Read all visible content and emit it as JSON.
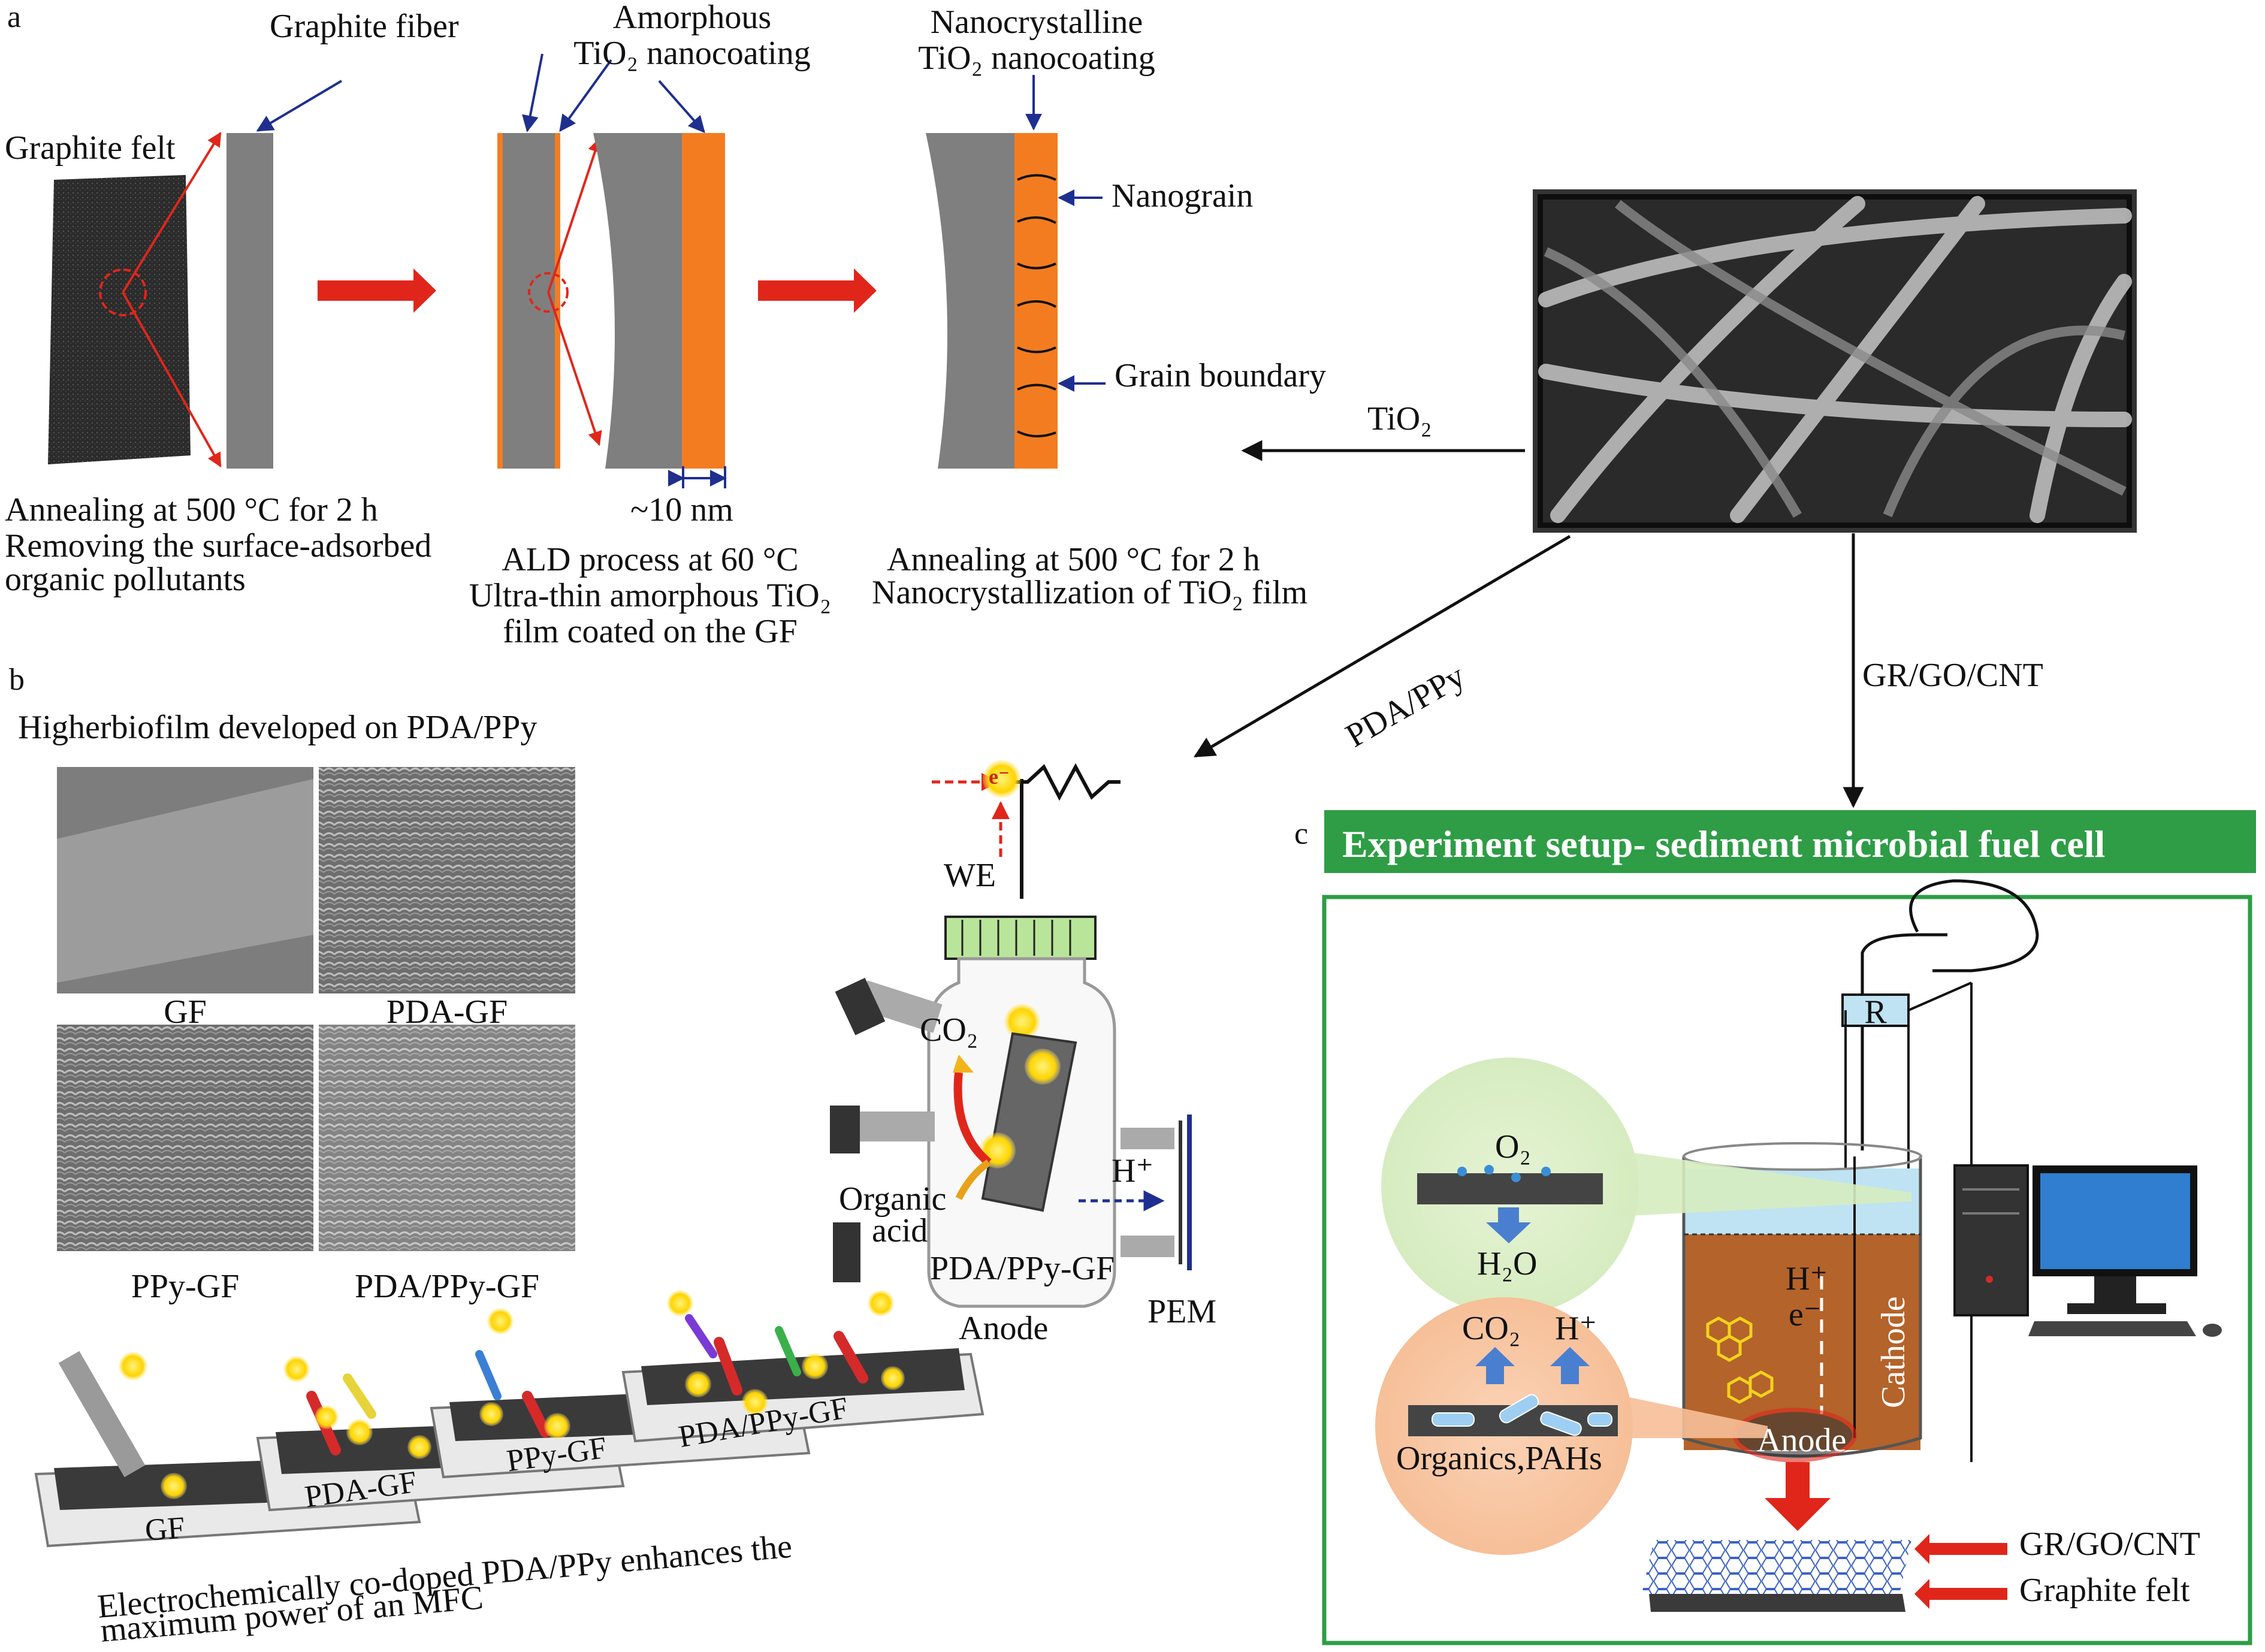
{
  "panel_a": {
    "letter": "a",
    "graphite_felt": "Graphite felt",
    "graphite_fiber": "Graphite fiber",
    "amorphous_line1": "Amorphous",
    "amorphous_line2": "TiO₂ nanocoating",
    "nanocrystalline_line1": "Nanocrystalline",
    "nanocrystalline_line2": "TiO₂ nanocoating",
    "nanograin": "Nanograin",
    "grain_boundary": "Grain boundary",
    "thickness": "~10 nm",
    "step1_line1": "Annealing at 500 °C for 2 h",
    "step1_line2": "Removing the surface-adsorbed",
    "step1_line3": "organic pollutants",
    "step2_line1": "ALD process at 60 °C",
    "step2_line2": "Ultra-thin amorphous TiO₂",
    "step2_line3": "film coated on the GF",
    "step3_line1": "Annealing at 500 °C for 2 h",
    "step3_line2": "Nanocrystallization of TiO₂ film"
  },
  "center": {
    "tio2": "TiO₂",
    "pda_ppy": "PDA/PPy",
    "gr_go_cnt": "GR/GO/CNT"
  },
  "panel_b": {
    "letter": "b",
    "title": "Higherbiofilm developed on PDA/PPy",
    "sem_labels": [
      "GF",
      "PDA-GF",
      "PPy-GF",
      "PDA/PPy-GF"
    ],
    "electrode_labels": [
      "GF",
      "PDA-GF",
      "PPy-GF",
      "PDA/PPy-GF"
    ],
    "electron": "e⁻",
    "caption_line1": "Electrochemically co-doped PDA/PPy enhances the",
    "caption_line2": "maximum power of an MFC",
    "we": "WE",
    "co2": "CO₂",
    "organic_line1": "Organic",
    "organic_line2": "acid",
    "hplus": "H⁺",
    "electrode": "PDA/PPy-GF",
    "anode": "Anode",
    "pem": "PEM"
  },
  "panel_c": {
    "letter": "c",
    "banner": "Experiment setup- sediment microbial fuel cell",
    "resistor": "R",
    "o2": "O₂",
    "h2o": "H₂O",
    "co2": "CO₂",
    "hplus": "H⁺",
    "organics": "Organics,PAHs",
    "hplus_cell": "H⁺",
    "e_cell": "e⁻",
    "cathode": "Cathode",
    "anode": "Anode",
    "layer_top": "GR/GO/CNT",
    "layer_bottom": "Graphite felt"
  },
  "colors": {
    "coating": "#f47c20",
    "fiber": "#7f7f7f",
    "arrow_red": "#e0261b",
    "arrow_blue": "#1f2f8f",
    "banner_green": "#2e9d46",
    "sediment": "#b4632a",
    "water": "#bfe3f2"
  }
}
